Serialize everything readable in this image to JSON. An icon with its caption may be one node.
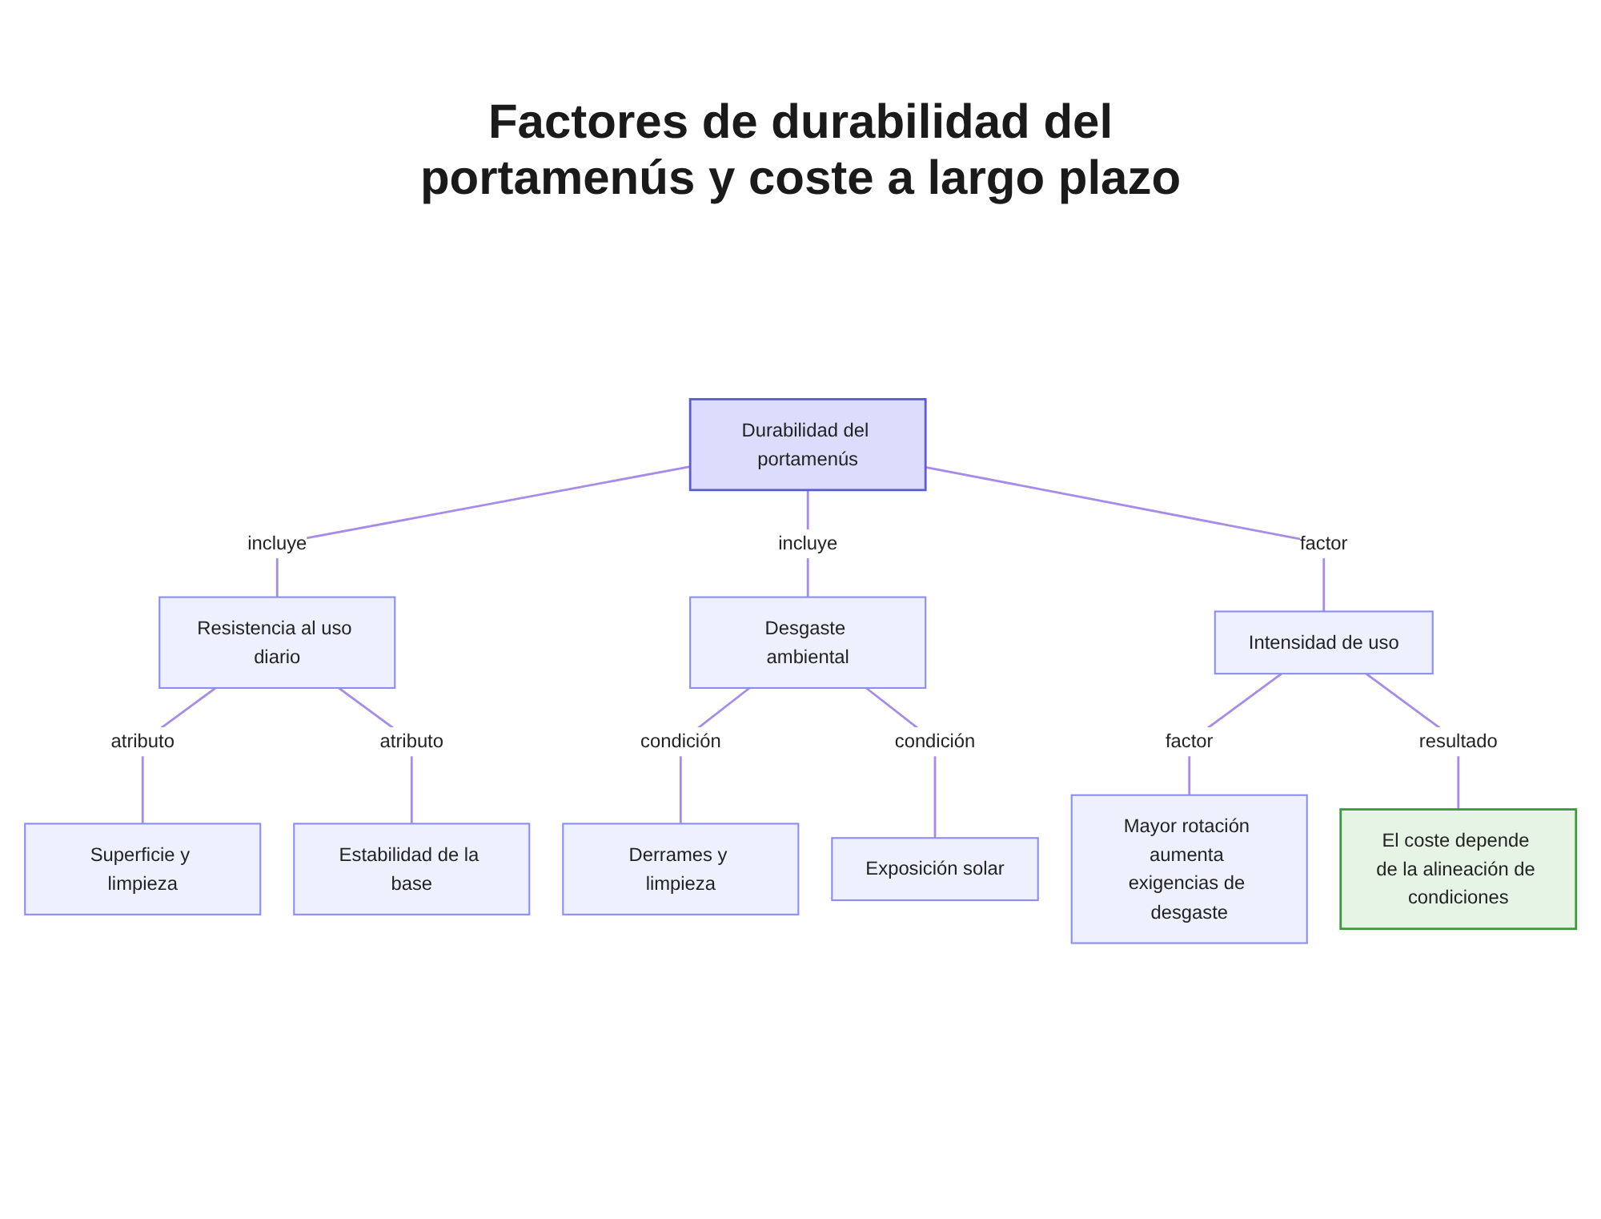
{
  "diagram": {
    "title": "Factores de durabilidad del portamenús y coste a largo plazo",
    "nodes": [
      {
        "text": [
          "Durabilidad del portamenús"
        ]
      },
      {
        "text": [
          "Resistencia al uso diario"
        ]
      },
      {
        "text": [
          "Desgaste ambiental"
        ]
      },
      {
        "text": [
          "Intensidad de uso"
        ]
      },
      {
        "text": [
          "Superficie y limpieza"
        ]
      },
      {
        "text": [
          "Estabilidad de la base"
        ]
      },
      {
        "text": [
          "Derrames y limpieza"
        ]
      },
      {
        "text": [
          "Exposición solar"
        ]
      },
      {
        "text": [
          "Mayor rotación aumenta exigencias de desgaste"
        ]
      },
      {
        "text": [
          "El coste depende de la alineación de condiciones"
        ]
      }
    ],
    "edges": [
      {
        "from": 0,
        "to": 1,
        "label": "incluye",
        "arrow": "none"
      },
      {
        "from": 0,
        "to": 2,
        "label": "incluye",
        "arrow": "none"
      },
      {
        "from": 0,
        "to": 3,
        "label": "factor",
        "arrow": "none"
      },
      {
        "from": 1,
        "to": 4,
        "label": "atributo",
        "arrow": "none"
      },
      {
        "from": 1,
        "to": 5,
        "label": "atributo",
        "arrow": "none"
      },
      {
        "from": 2,
        "to": 6,
        "label": "condición",
        "arrow": "none"
      },
      {
        "from": 2,
        "to": 7,
        "label": "condición",
        "arrow": "none"
      },
      {
        "from": 3,
        "to": 8,
        "label": "factor",
        "arrow": "none"
      },
      {
        "from": 3,
        "to": 9,
        "label": "resultado",
        "arrow": "none"
      }
    ]
  }
}
